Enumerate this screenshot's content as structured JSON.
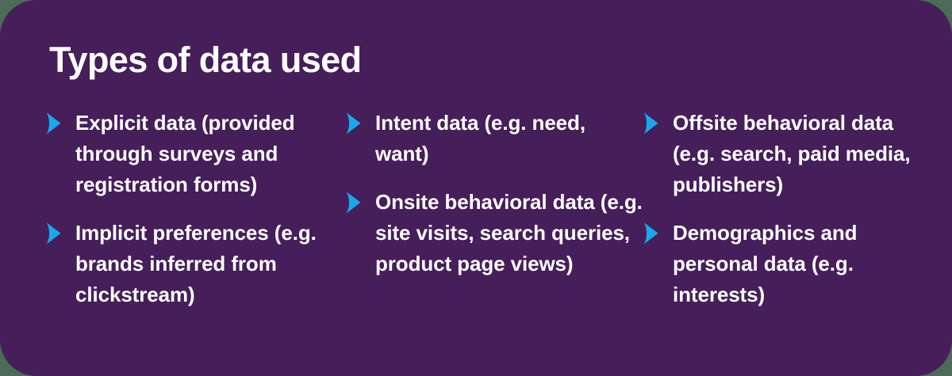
{
  "colors": {
    "card_background": "#451E5A",
    "page_background": "#4c6b55",
    "text": "#ffffff",
    "bullet_arrow": "#18A9EC"
  },
  "card": {
    "title": "Types of data used",
    "columns": [
      {
        "bullets": [
          {
            "text": "Explicit data (provided through surveys and registration forms)"
          },
          {
            "text": "Implicit preferences (e.g. brands inferred from clickstream)"
          }
        ]
      },
      {
        "bullets": [
          {
            "text": "Intent data (e.g. need, want)"
          },
          {
            "text": "Onsite behavioral data (e.g. site visits, search queries, product page views)"
          }
        ]
      },
      {
        "bullets": [
          {
            "text": "Offsite behavioral data (e.g. search, paid media, publishers)"
          },
          {
            "text": "Demographics and personal data (e.g. interests)"
          }
        ]
      }
    ]
  }
}
